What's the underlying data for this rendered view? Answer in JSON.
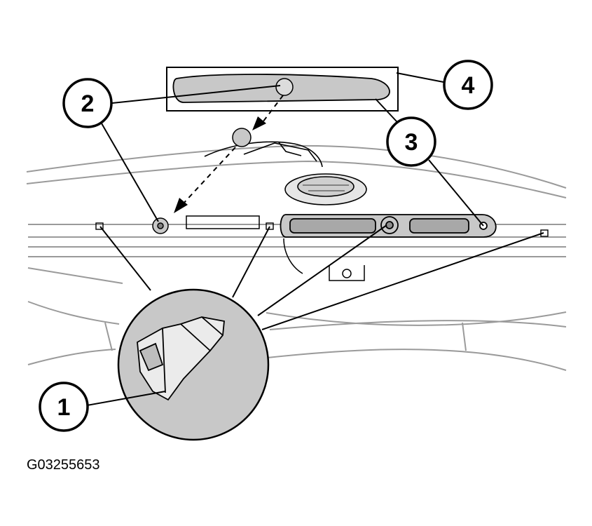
{
  "callouts": [
    {
      "label": "1",
      "part": "clip"
    },
    {
      "label": "2",
      "part": "clip"
    },
    {
      "label": "3",
      "part": "gasket"
    },
    {
      "label": "4",
      "part": "gasket-detail-box"
    }
  ],
  "figure_id": "G03255653",
  "colors": {
    "line": "#000000",
    "part_fill": "#c8c8c8",
    "part_fill_dark": "#a8a8a8",
    "background_lines": "#9a9a9a",
    "paper": "#ffffff"
  }
}
